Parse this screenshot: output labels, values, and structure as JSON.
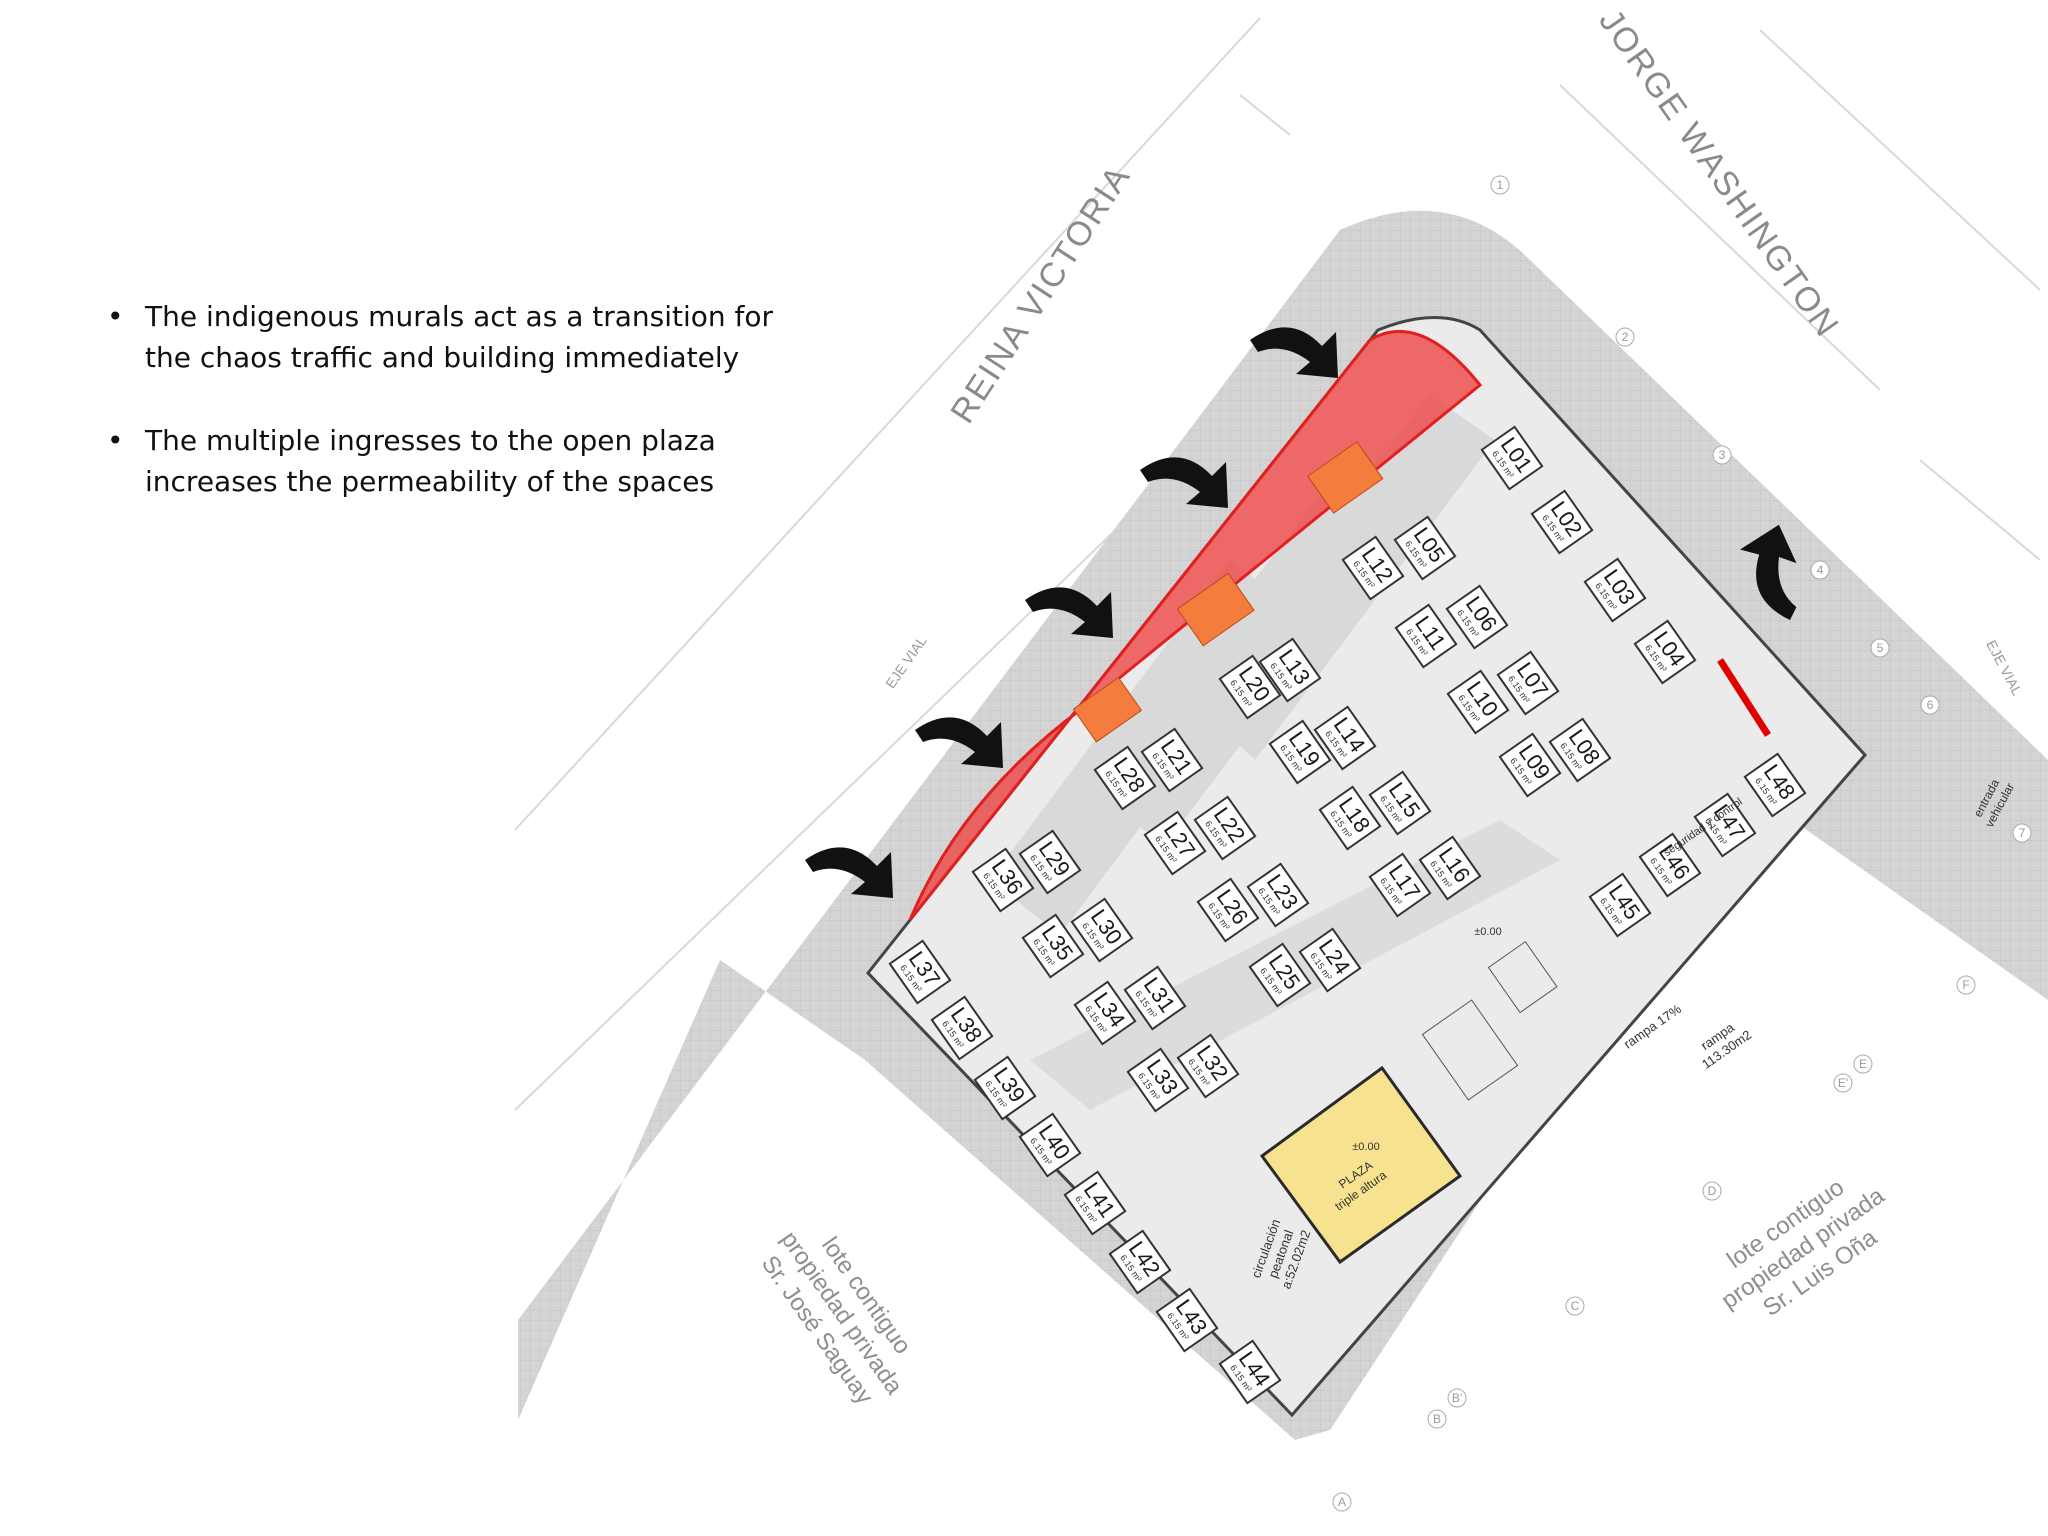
{
  "bullets": [
    {
      "text": "The indigenous murals act as a transition for the chaos traffic and building immediately"
    },
    {
      "text": "The multiple ingresses to the open plaza increases the permeability of the spaces"
    }
  ],
  "plan": {
    "streets": [
      "REINA VICTORIA",
      "JORGE WASHINGTON"
    ],
    "eje_vial": "EJE VIAL",
    "lote_west": [
      "lote contiguo",
      "propiedad privada",
      "Sr. José Saguay"
    ],
    "lote_east": [
      "lote contiguo",
      "propiedad privada",
      "Sr. Luis Oña"
    ],
    "plaza": {
      "level": "±0.00",
      "name": "PLAZA",
      "sub": "triple altura"
    },
    "circulacion": [
      "circulación",
      "peatonal",
      "a:52.02m2"
    ],
    "rampa_17": "rampa 17%",
    "rampa": [
      "rampa",
      "113.30m2"
    ],
    "entrada": [
      "entrada",
      "vehicular"
    ],
    "seguridad": "seguridad y control",
    "level_main": "±0.00",
    "unit_area": "6.15 m²",
    "grid_numbers": [
      "1",
      "2",
      "3",
      "4",
      "5",
      "6",
      "7"
    ],
    "grid_letters": [
      "A",
      "B",
      "B'",
      "C",
      "D",
      "E'",
      "E",
      "F"
    ],
    "units": [
      "L01",
      "L02",
      "L03",
      "L04",
      "L05",
      "L06",
      "L07",
      "L08",
      "L09",
      "L10",
      "L11",
      "L12",
      "L13",
      "L14",
      "L15",
      "L16",
      "L17",
      "L18",
      "L19",
      "L20",
      "L21",
      "L22",
      "L23",
      "L24",
      "L25",
      "L26",
      "L27",
      "L28",
      "L29",
      "L30",
      "L31",
      "L32",
      "L33",
      "L34",
      "L35",
      "L36",
      "L37",
      "L38",
      "L39",
      "L40",
      "L41",
      "L42",
      "L43",
      "L44",
      "L45",
      "L46",
      "L47",
      "L48"
    ]
  },
  "colors": {
    "mural_zone": "#ef4a4a",
    "plaza": "#f7e38f",
    "arrows": "#111111",
    "hardscape": "#d6d6d6",
    "interior": "#e9e9e9"
  },
  "icons": [
    "arrow-icon"
  ]
}
